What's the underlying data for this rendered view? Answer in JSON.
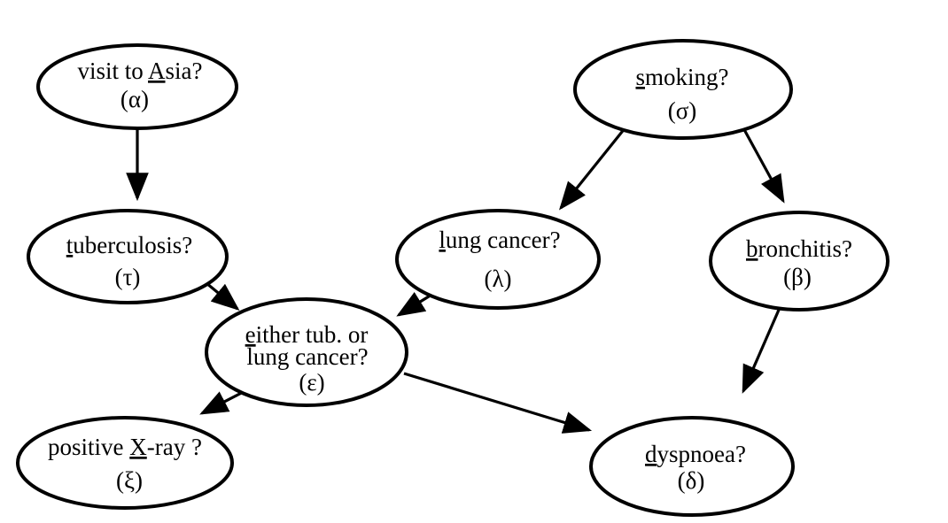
{
  "nodes": {
    "asia": {
      "line1_key": "",
      "line1_rest": "visit to ",
      "line1_key2": "A",
      "line1_rest2": "sia?",
      "symbol": "(α)"
    },
    "smoking": {
      "key": "s",
      "rest": "moking?",
      "symbol": "(σ)"
    },
    "tuberculosis": {
      "key": "t",
      "rest": "uberculosis?",
      "symbol": "(τ)"
    },
    "lung_cancer": {
      "key": "l",
      "rest": "ung cancer?",
      "symbol": "(λ)"
    },
    "bronchitis": {
      "key": "b",
      "rest": "ronchitis?",
      "symbol": "(β)"
    },
    "either": {
      "key": "e",
      "rest": "ither tub. or",
      "line2": "lung cancer?",
      "symbol": "(ε)"
    },
    "xray": {
      "pre": "positive ",
      "key": "X",
      "rest": "-ray ?",
      "symbol": "(ξ)"
    },
    "dyspnoea": {
      "key": "d",
      "rest": "yspnoea?",
      "symbol": "(δ)"
    }
  },
  "colors": {
    "stroke": "#000000",
    "fill": "#ffffff"
  }
}
